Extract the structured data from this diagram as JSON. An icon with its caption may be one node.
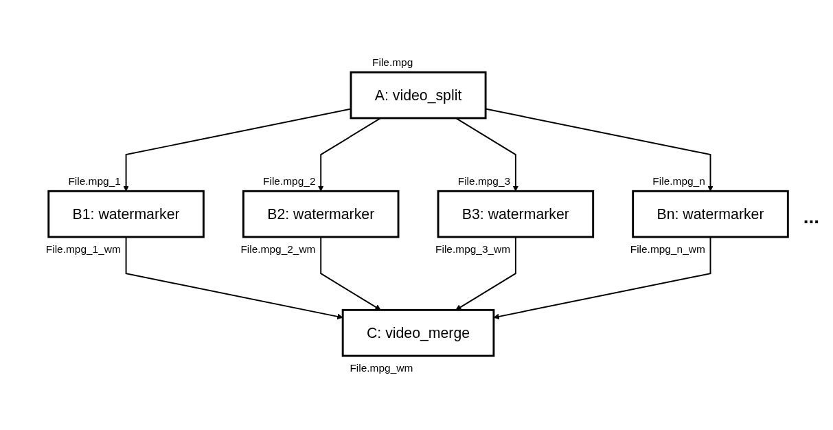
{
  "diagram": {
    "nodes": [
      {
        "text": [
          "A: video_split"
        ],
        "beside": [
          "File.mpg"
        ]
      },
      {
        "text": [
          "B1: watermarker"
        ],
        "beside": [
          "File.mpg_1",
          "File.mpg_1_wm"
        ]
      },
      {
        "text": [
          "B2: watermarker"
        ],
        "beside": [
          "File.mpg_2",
          "File.mpg_2_wm"
        ]
      },
      {
        "text": [
          "B3: watermarker"
        ],
        "beside": [
          "File.mpg_3",
          "File.mpg_3_wm"
        ]
      },
      {
        "text": [
          "Bn: watermarker"
        ],
        "beside": [
          "File.mpg_n",
          "File.mpg_n_wm"
        ]
      },
      {
        "text": [
          "C: video_merge"
        ],
        "beside": [
          "File.mpg_wm"
        ]
      }
    ],
    "edges": [
      {
        "from": 0,
        "to": 1,
        "arrow": "to"
      },
      {
        "from": 0,
        "to": 2,
        "arrow": "to"
      },
      {
        "from": 0,
        "to": 3,
        "arrow": "to"
      },
      {
        "from": 0,
        "to": 4,
        "arrow": "to"
      },
      {
        "from": 1,
        "to": 5,
        "arrow": "to"
      },
      {
        "from": 2,
        "to": 5,
        "arrow": "to"
      },
      {
        "from": 3,
        "to": 5,
        "arrow": "to"
      },
      {
        "from": 4,
        "to": 5,
        "arrow": "to"
      }
    ],
    "labels": [
      "..."
    ]
  }
}
